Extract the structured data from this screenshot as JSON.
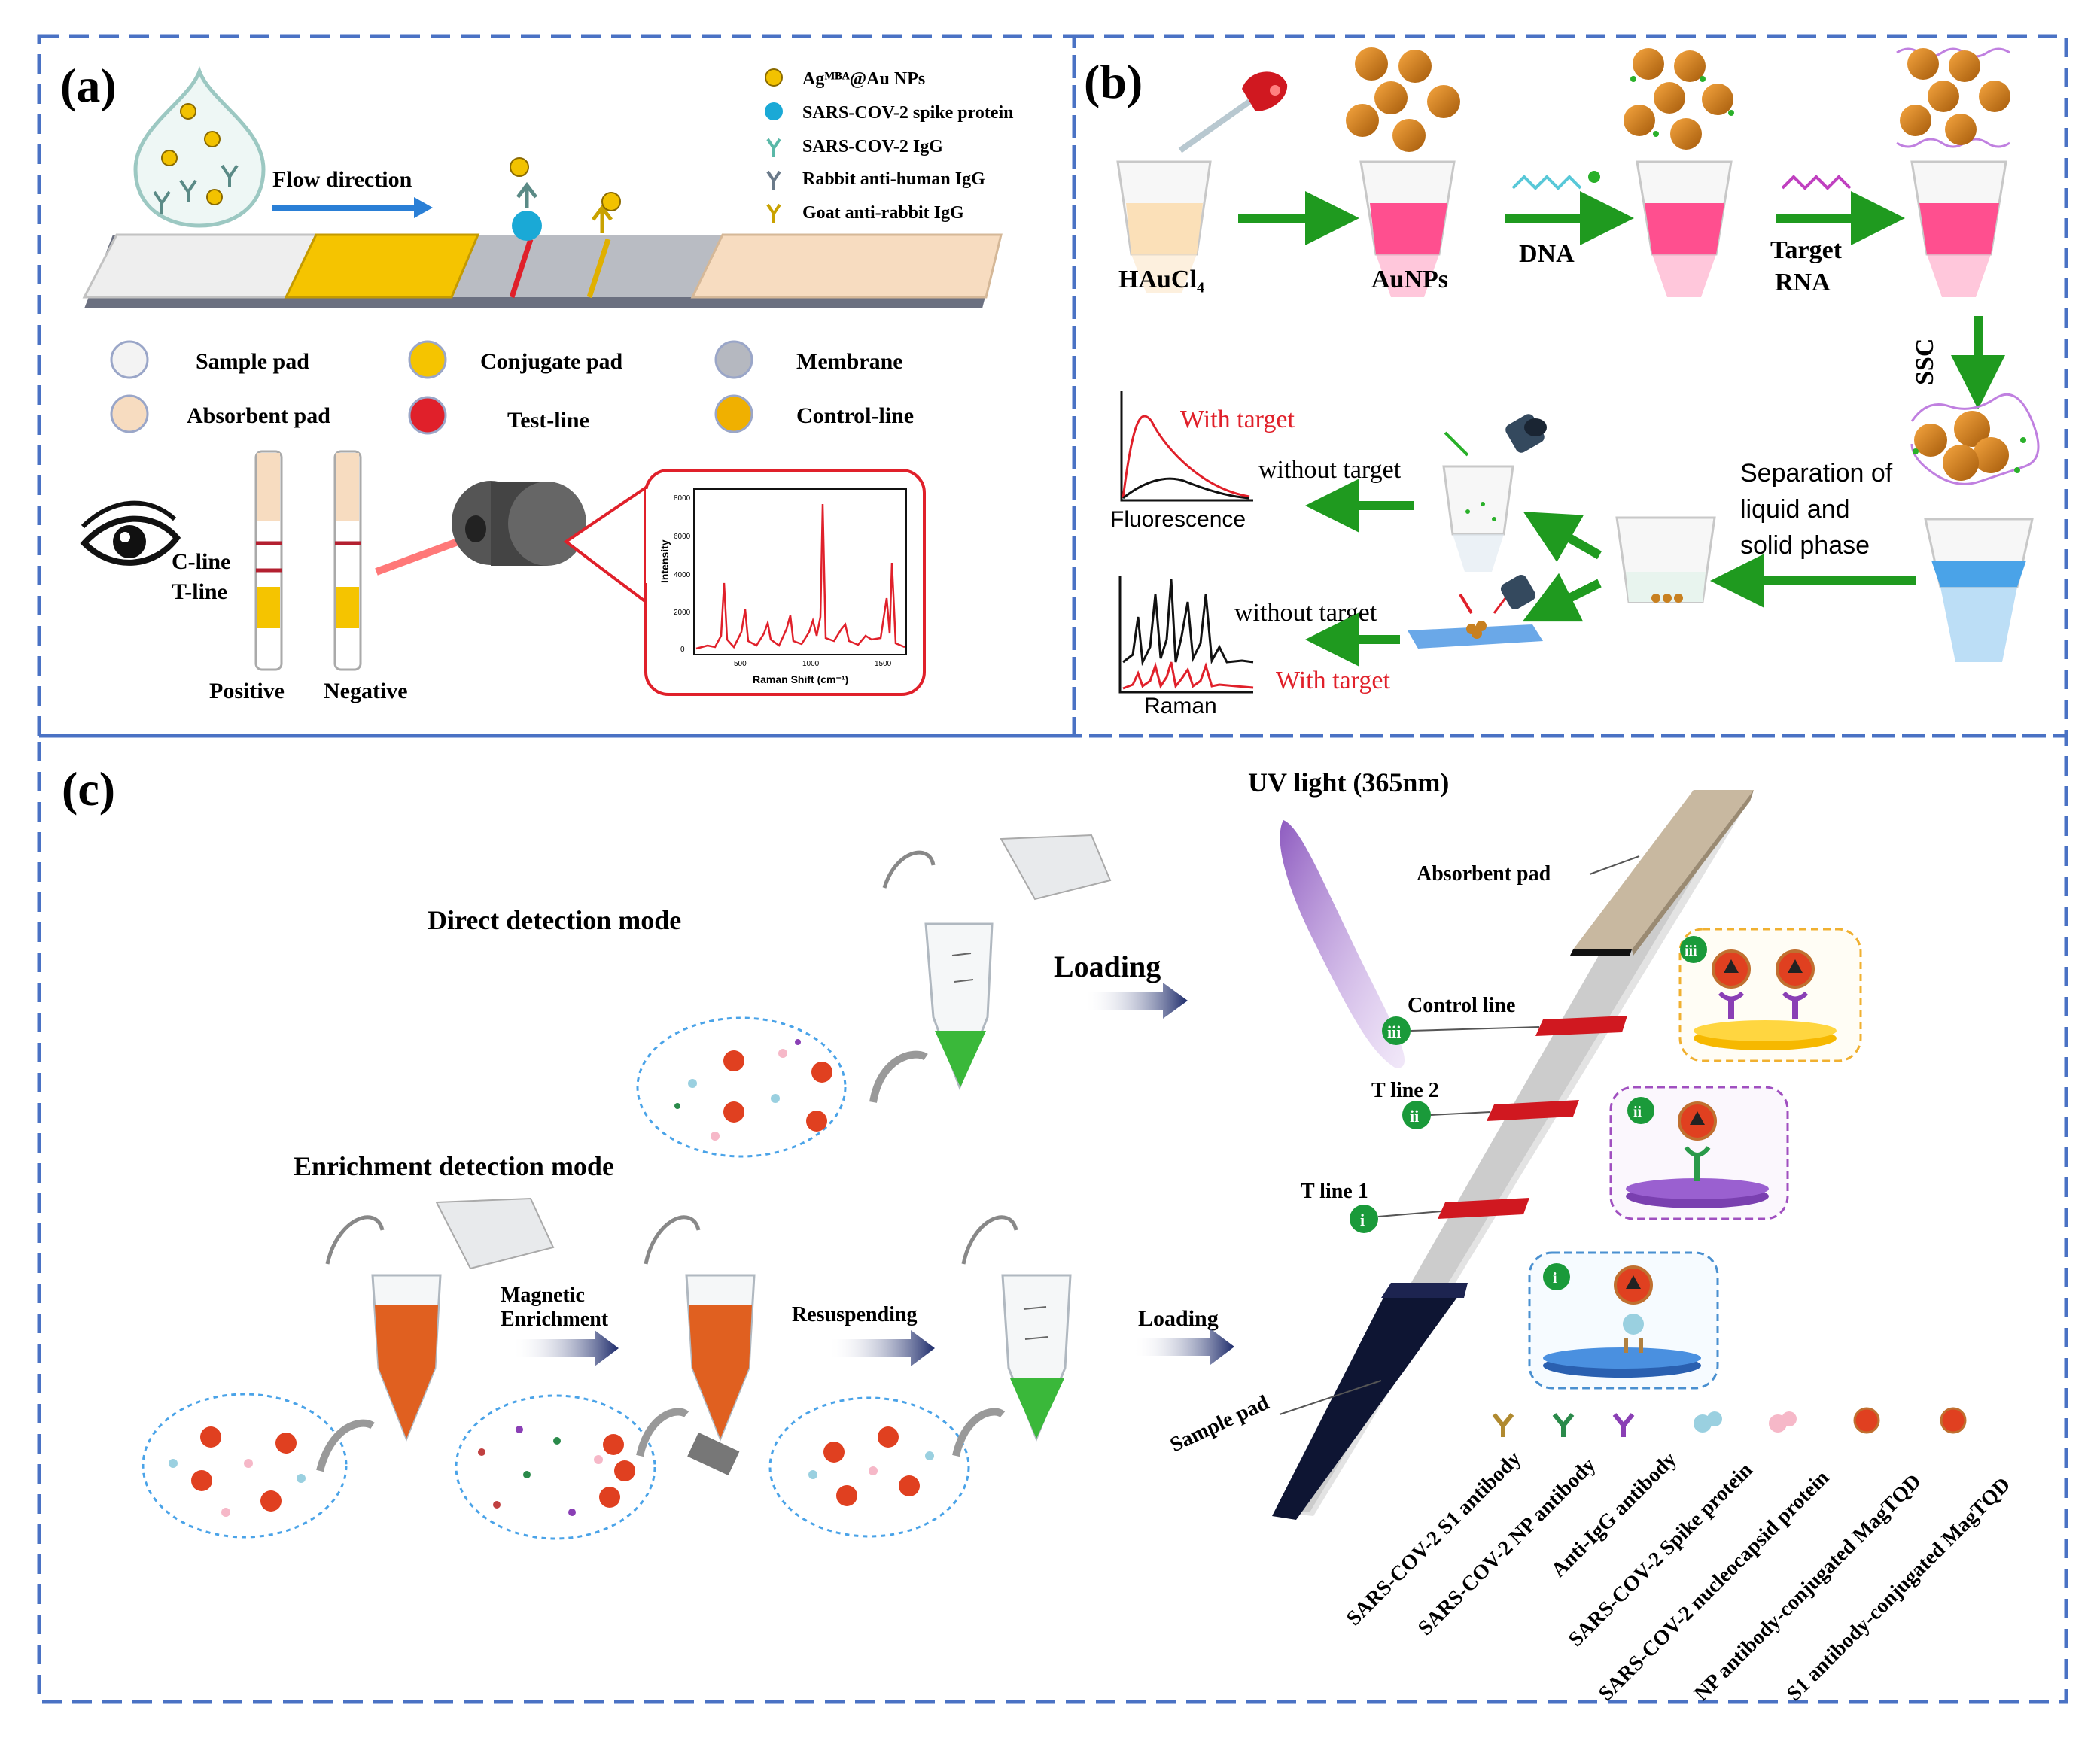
{
  "panel_a": {
    "label": "(a)",
    "flow_direction": "Flow direction",
    "legend_top": [
      "Agᴹᴮᴬ@Au NPs",
      "SARS-COV-2 spike protein",
      "SARS-COV-2 IgG",
      "Rabbit anti-human IgG",
      "Goat anti-rabbit IgG"
    ],
    "legend_mid": {
      "sample_pad": "Sample pad",
      "conjugate_pad": "Conjugate pad",
      "membrane": "Membrane",
      "absorbent_pad": "Absorbent pad",
      "test_line": "Test-line",
      "control_line": "Control-line"
    },
    "c_line": "C-line",
    "t_line": "T-line",
    "positive": "Positive",
    "negative": "Negative",
    "spectrum": {
      "ylabel": "Intensity",
      "xlabel": "Raman Shift (cm⁻¹)",
      "yticks": [
        "0",
        "2000",
        "4000",
        "6000",
        "8000"
      ],
      "xticks": [
        "500",
        "1000",
        "1500"
      ]
    }
  },
  "panel_b": {
    "label": "(b)",
    "haucl4": "HAuCl₄",
    "aunps": "AuNPs",
    "dna": "DNA",
    "target_rna_1": "Target",
    "target_rna_2": "RNA",
    "ssc": "SSC",
    "separation_1": "Separation of",
    "separation_2": "liquid and",
    "separation_3": "solid phase",
    "with_target": "With target",
    "without_target": "without target",
    "fluorescence": "Fluorescence",
    "raman": "Raman"
  },
  "panel_c": {
    "label": "(c)",
    "uv_light": "UV light (365nm)",
    "direct_mode": "Direct detection mode",
    "enrichment_mode": "Enrichment detection mode",
    "loading": "Loading",
    "magnetic_1": "Magnetic",
    "magnetic_2": "Enrichment",
    "resuspending": "Resuspending",
    "absorbent_pad": "Absorbent pad",
    "control_line": "Control line",
    "t_line_2": "T line 2",
    "t_line_1": "T line 1",
    "sample_pad": "Sample pad",
    "roman": [
      "i",
      "ii",
      "iii"
    ],
    "legend": [
      "SARS-COV-2 S1 antibody",
      "SARS-COV-2 NP antibody",
      "Anti-IgG antibody",
      "SARS-COV-2 Spike protein",
      "SARS-COV-2 nucleocapsid protein",
      "NP antibody-conjugated MagTQD",
      "S1 antibody-conjugated MagTQD"
    ]
  },
  "colors": {
    "border_dash": "#4a72c4",
    "red": "#e0202a",
    "green_arrow": "#1f9a1f",
    "navy_arrow": "#1d2b6b",
    "conjugate_yellow": "#f5c400",
    "absorbent_peach": "#f7dcc0",
    "pink_solution": "#ff4f8f",
    "blue_solution": "#4aa3e8"
  }
}
